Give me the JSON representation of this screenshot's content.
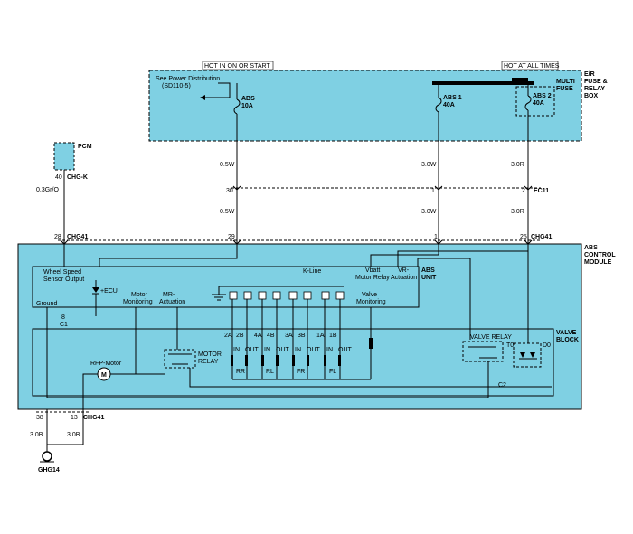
{
  "labels": {
    "hot_in_on": "HOT IN ON OR START",
    "hot_all": "HOT AT ALL TIMES",
    "er_box": [
      "E/R",
      "FUSE &",
      "RELAY",
      "BOX"
    ],
    "see_power": [
      "See Power Distribution",
      "(SD110-5)"
    ],
    "abs_fuse": [
      "ABS",
      "10A"
    ],
    "abs1_fuse": [
      "ABS 1",
      "40A"
    ],
    "abs2_fuse": [
      "ABS 2",
      "40A"
    ],
    "multi_fuse": [
      "MULTI",
      "FUSE"
    ],
    "pcm": "PCM",
    "pcm_pin": "40",
    "pcm_conn": "CHG-K",
    "pcm_wire": "0.3Gr/O",
    "wire_05w": "0.5W",
    "wire_30w": "3.0W",
    "wire_30r": "3.0R",
    "wire_30b": "3.0B",
    "ec11_pins": [
      "30",
      "1",
      "2"
    ],
    "ec11": "EC11",
    "chg41": "CHG41",
    "chg41_top_pins": [
      "28",
      "29",
      "1",
      "25"
    ],
    "abs_module": [
      "ABS",
      "CONTROL",
      "MODULE"
    ],
    "abs_unit": [
      "ABS",
      "UNIT"
    ],
    "wheel_speed": [
      "Wheel Speed",
      "Sensor Output"
    ],
    "kline": "K-Line",
    "vbatt": [
      "Vbatt",
      "Motor Relay"
    ],
    "vr": [
      "VR-",
      "Actuation"
    ],
    "plus_ecu": "+ECU",
    "ground": "Ground",
    "motor_monitoring": [
      "Motor",
      "Monitoring"
    ],
    "mr_actuation": [
      "MR-",
      "Actuation"
    ],
    "valve_monitoring": [
      "Valve",
      "Monitoring"
    ],
    "valve_block": [
      "VALVE",
      "BLOCK"
    ],
    "c1": [
      "8",
      "C1"
    ],
    "valve_codes": [
      "2A",
      "2B",
      "4A",
      "4B",
      "3A",
      "3B",
      "1A",
      "1B"
    ],
    "in_out": [
      "IN",
      "OUT"
    ],
    "wheels": [
      "RR",
      "RL",
      "FR",
      "FL"
    ],
    "valve_relay": "VALVE RELAY",
    "t0": "T0",
    "d0": "D0",
    "motor_relay": [
      "MOTOR",
      "RELAY"
    ],
    "rfp_motor": "RFP-Motor",
    "motor_m": "M",
    "c2": "C2",
    "bottom_pins": [
      "38",
      "13"
    ],
    "ghg14": "GHG14"
  }
}
